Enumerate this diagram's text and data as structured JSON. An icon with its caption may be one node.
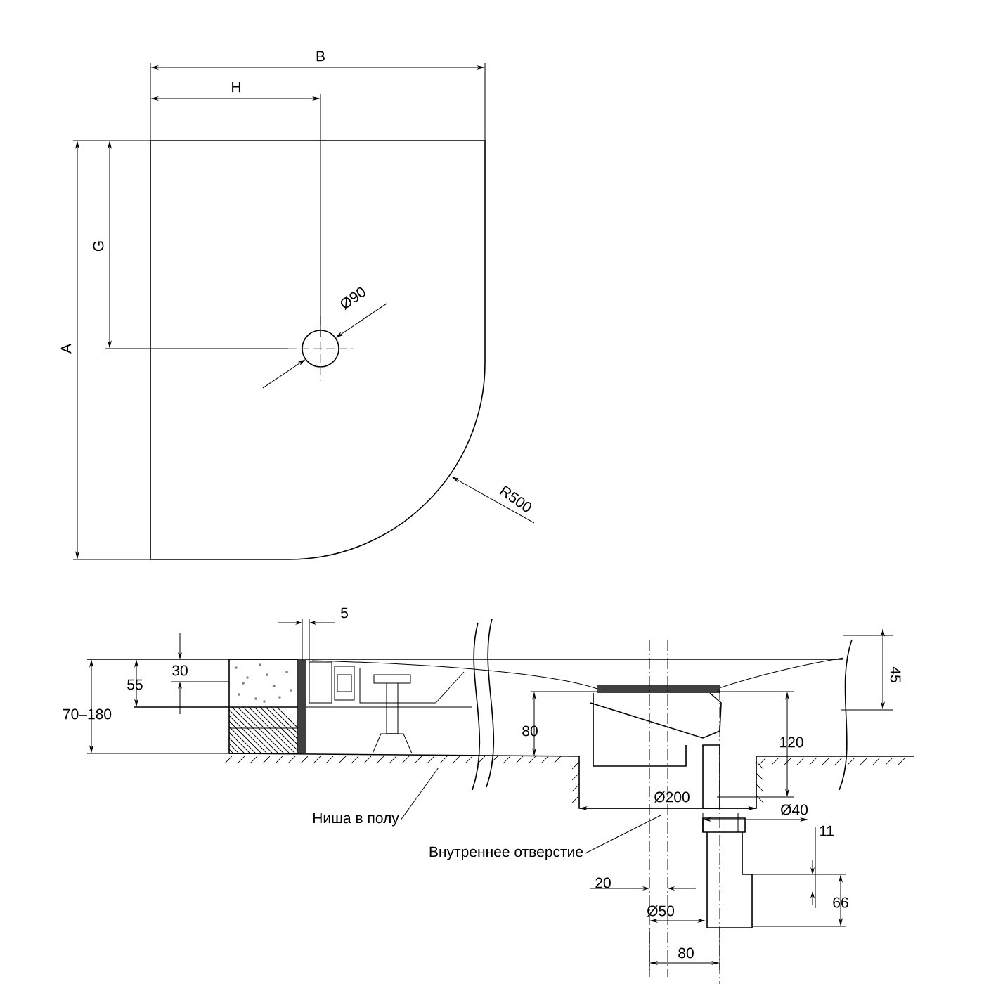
{
  "diagram": {
    "nodes": [
      {
        "text": [
          "Ниша в полу"
        ]
      },
      {
        "text": [
          "Внутреннее отверстие"
        ]
      }
    ],
    "edges": [
      {
        "from": 0,
        "to": null,
        "arrow": "none"
      },
      {
        "from": 1,
        "to": null,
        "arrow": "none"
      }
    ],
    "labels": [
      "B",
      "H",
      "G",
      "A",
      "Ø90",
      "R500",
      "5",
      "30",
      "55",
      "70–180",
      "45",
      "80",
      "120",
      "Ø200",
      "Ø40",
      "11",
      "20",
      "66",
      "Ø50",
      "80"
    ]
  }
}
